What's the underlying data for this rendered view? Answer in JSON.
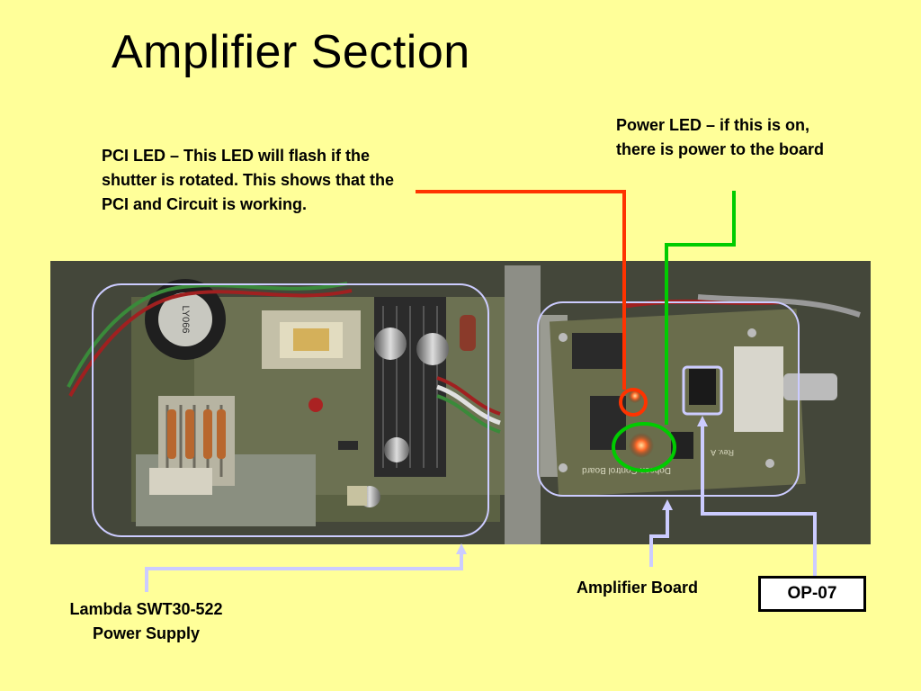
{
  "slide": {
    "title": "Amplifier Section"
  },
  "callouts": {
    "pci_led": "PCI LED – This LED will flash if the shutter is rotated.  This shows that the PCI and Circuit is working.",
    "power_led": "Power LED – if this is on, there is power to the board",
    "amplifier_board": "Amplifier Board",
    "lambda_line1": "Lambda SWT30-522",
    "lambda_line2": "Power Supply",
    "op_chip": "OP-07"
  },
  "photo_markings": {
    "transformer_text": "LY066",
    "board_text": "Dobson Control Board",
    "rev_text": "Rev. A"
  },
  "colors": {
    "background": "#ffff99",
    "pci_leader": "#ff3300",
    "power_leader": "#00cc00",
    "amplifier_leader": "#ccccff",
    "region_outline": "#ccccff"
  }
}
